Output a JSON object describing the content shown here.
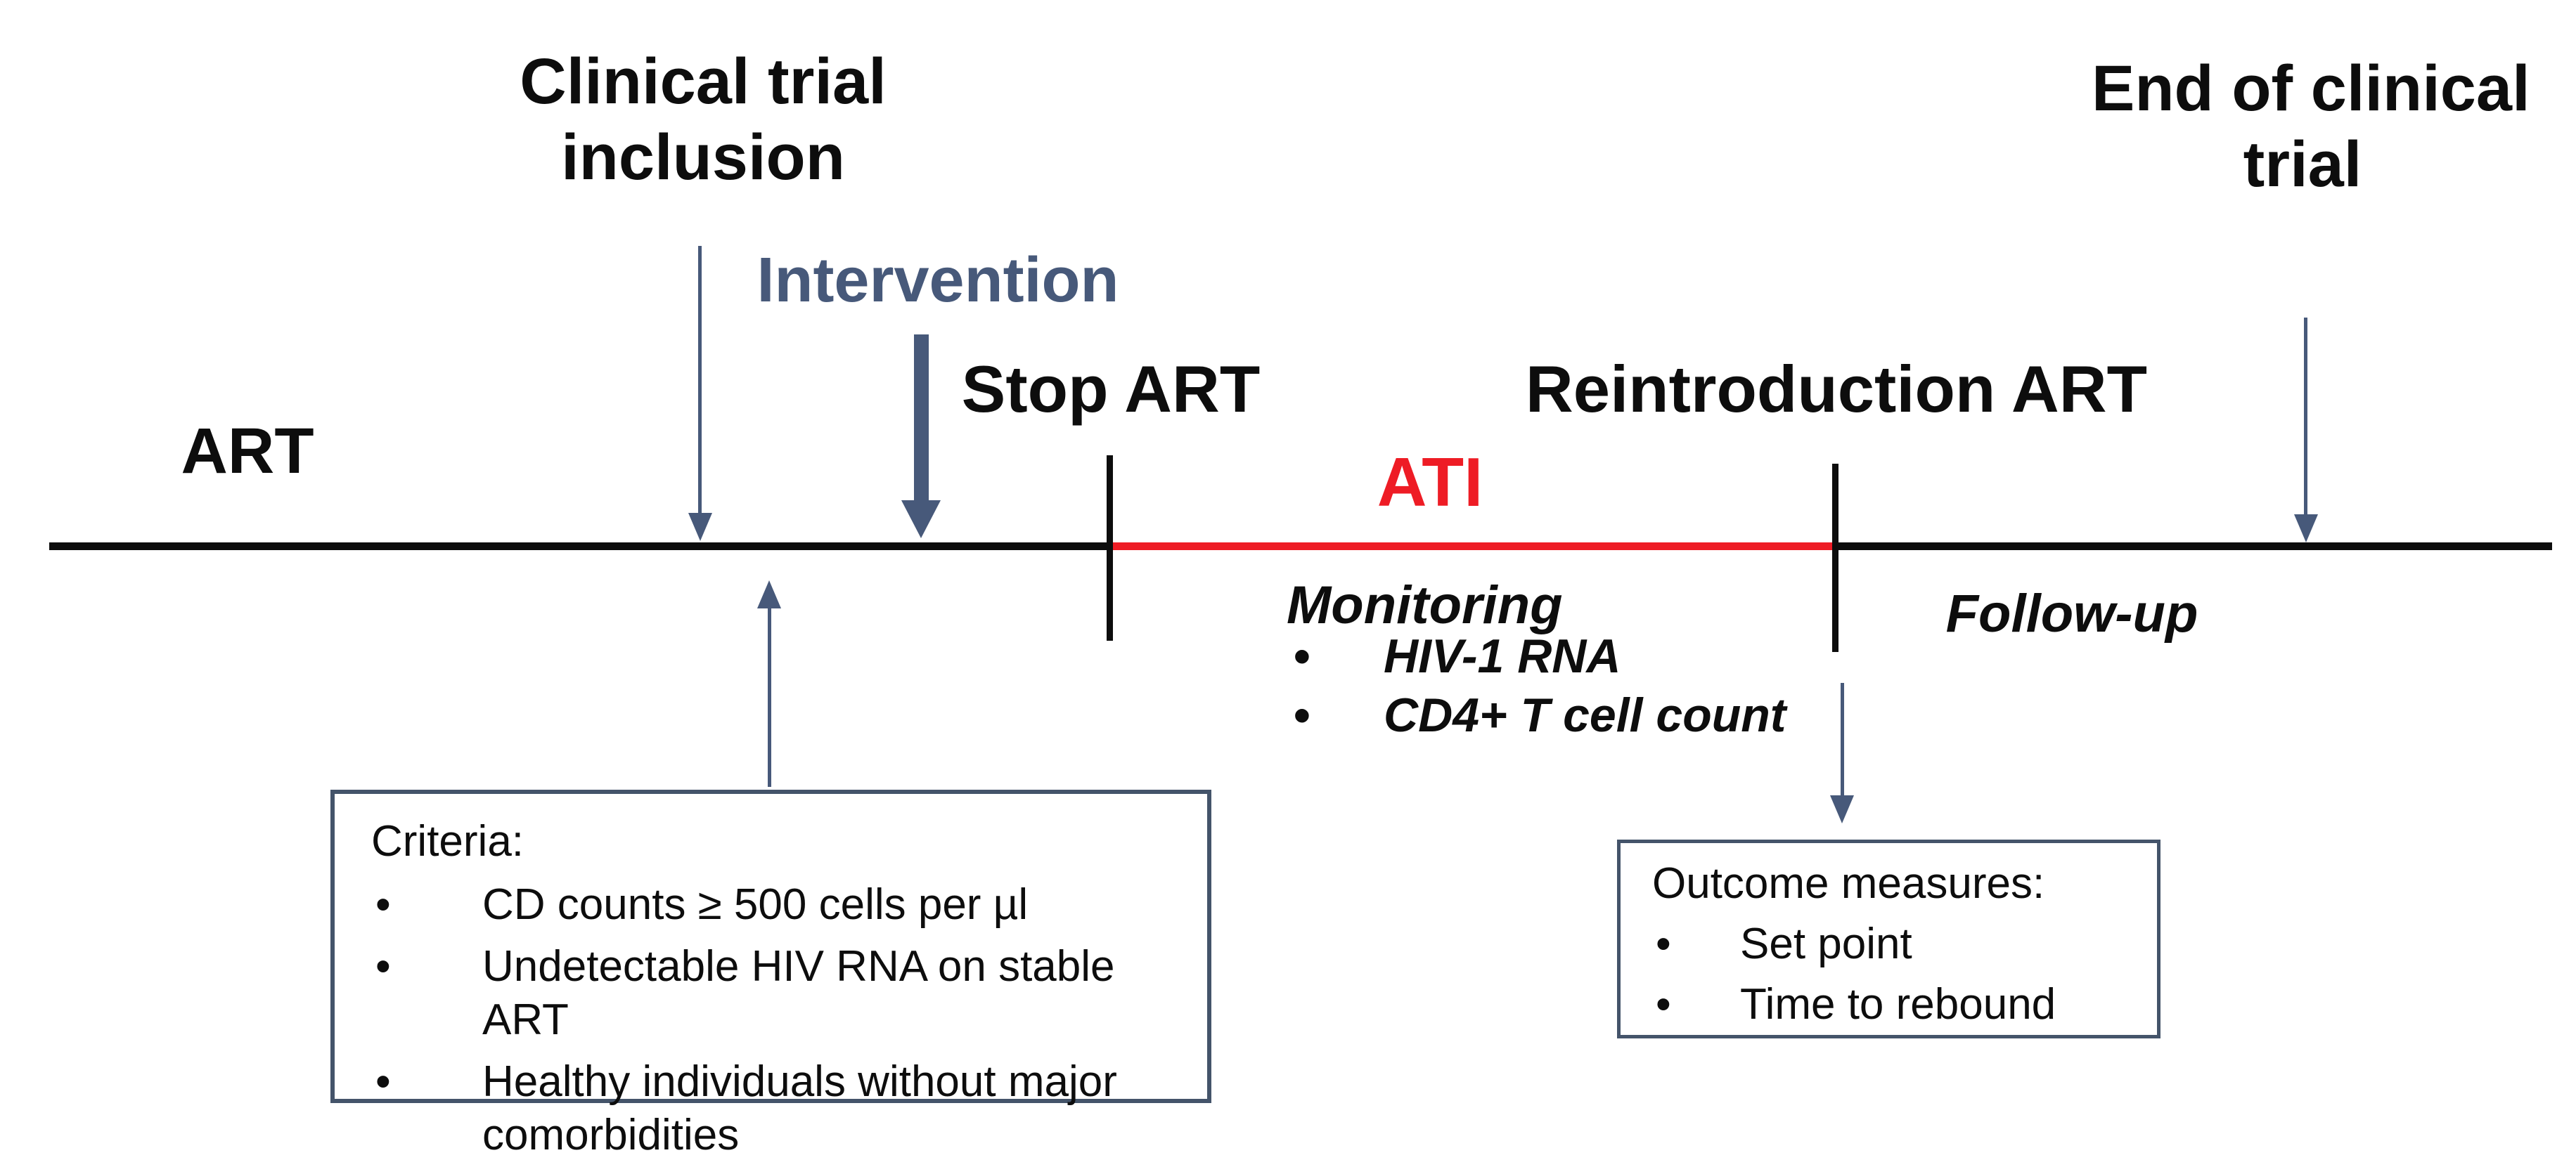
{
  "labels": {
    "art": "ART",
    "clinical_trial_inclusion": {
      "line1": "Clinical trial",
      "line2": "inclusion"
    },
    "intervention": "Intervention",
    "stop_art": "Stop ART",
    "ati": "ATI",
    "reintroduction_art": "Reintroduction ART",
    "end_of_clinical_trial": {
      "line1": "End of clinical",
      "line2": "trial"
    },
    "follow_up": "Follow-up"
  },
  "monitoring": {
    "title": "Monitoring",
    "items": [
      "HIV-1 RNA",
      "CD4+ T cell count"
    ]
  },
  "criteria_box": {
    "title": "Criteria:",
    "items": [
      "CD counts ≥ 500 cells per µl",
      "Undetectable HIV RNA on stable ART",
      "Healthy individuals without major comorbidities"
    ]
  },
  "outcome_box": {
    "title": "Outcome measures:",
    "items": [
      "Set point",
      "Time to rebound"
    ]
  },
  "colors": {
    "slate_accent": "#47597a",
    "ati_red": "#ee1c25",
    "box_border": "#44546a",
    "text_black": "#0d0d0d"
  }
}
